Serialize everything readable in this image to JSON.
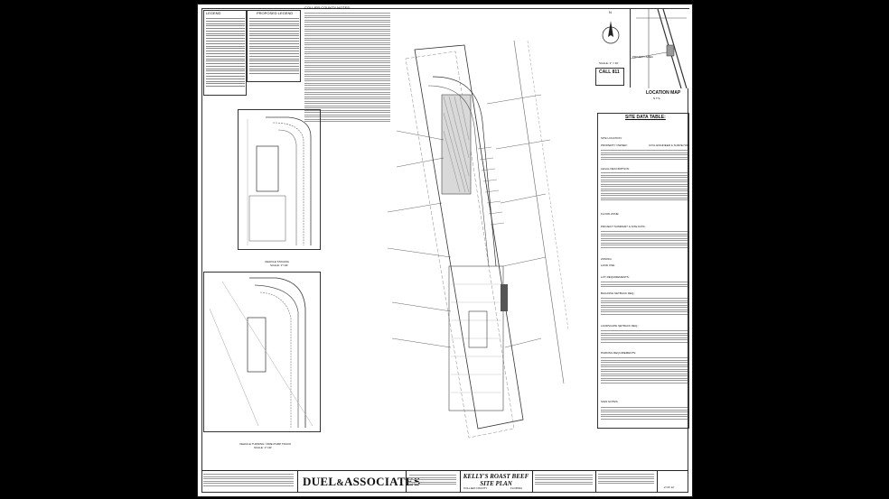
{
  "sheet": {
    "legend_title": "LEGEND",
    "proposed_legend_title": "PROPOSED LEGEND",
    "county_notes_title": "COLLIER COUNTY NOTES:",
    "vehicle_staging_label": "VEHICLE STAGING",
    "vehicle_staging_scale": "SCALE: 1\"=40'",
    "vehicle_turning_label": "VEHICLE TURNING / FIRE PUMP TRUCK",
    "vehicle_turning_scale": "SCALE: 1\"=40'",
    "location_map_label": "LOCATION MAP",
    "location_map_scale": "N.T.S.",
    "project_area_label": "PROJECT AREA",
    "scale_label": "SCALE: 1\" = 30'",
    "call_811": "CALL 811",
    "north_label": "N",
    "site_data_title": "SITE DATA TABLE:",
    "site_data_lines": [
      "SITE LOCATION:",
      "PROPERTY OWNER:",
      "CIVIL ENGINEER & SURVEYOR:",
      "LEGAL DESCRIPTION:",
      "FLOOD ZONE:",
      "PROJECT SUMMARY & SITE DATA:",
      "ZONING:",
      "LAND USE:",
      "LOT REQUIREMENTS:",
      "BUILDING SETBACK REQ.:",
      "LANDSCAPE SETBACK REQ.:",
      "PARKING REQUIREMENTS:",
      "SIGN NOTES:"
    ],
    "firm_name_left": "DUEL",
    "firm_amp": "&",
    "firm_name_right": "ASSOCIATES",
    "project_name_line1": "KELLY'S ROAST BEEF",
    "project_name_line2": "SITE PLAN",
    "county_label": "COLLIER COUNTY",
    "state_label": "FLORIDA",
    "sheet_number": "2 OF 12"
  }
}
